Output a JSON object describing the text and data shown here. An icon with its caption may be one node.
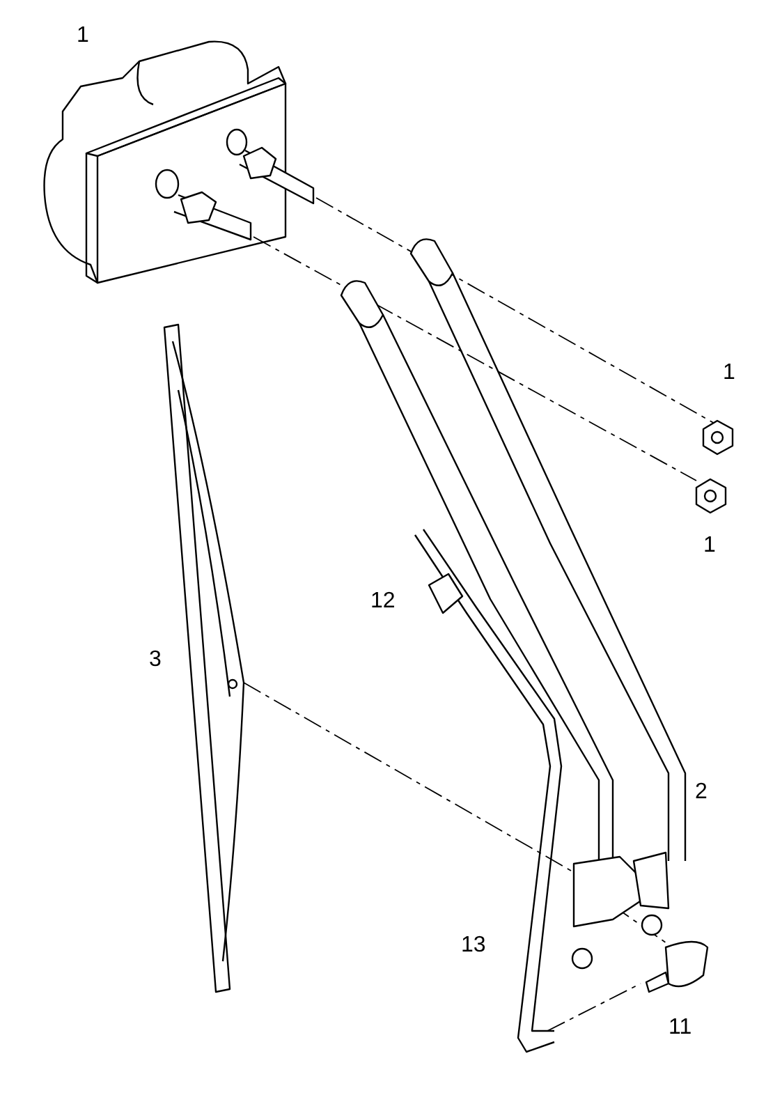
{
  "diagram": {
    "labels": [
      "1",
      "1",
      "1",
      "12",
      "3",
      "2",
      "13",
      "11"
    ]
  }
}
